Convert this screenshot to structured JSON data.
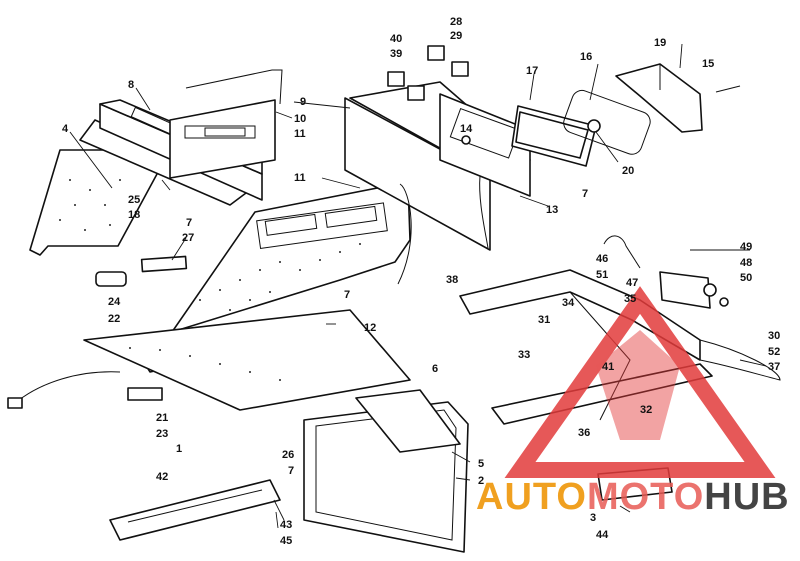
{
  "diagram": {
    "callouts": [
      "1",
      "2",
      "3",
      "4",
      "5",
      "6",
      "7",
      "8",
      "9",
      "10",
      "11",
      "12",
      "13",
      "14",
      "15",
      "16",
      "17",
      "18",
      "19",
      "20",
      "21",
      "22",
      "23",
      "24",
      "25",
      "26",
      "27",
      "28",
      "29",
      "30",
      "31",
      "32",
      "33",
      "34",
      "35",
      "36",
      "37",
      "38",
      "39",
      "40",
      "41",
      "42",
      "43",
      "44",
      "45",
      "46",
      "47",
      "48",
      "49",
      "50",
      "51",
      "52"
    ],
    "labels": {
      "l1": "1",
      "l2": "2",
      "l3": "3",
      "l4": "4",
      "l5": "5",
      "l6": "6",
      "l7a": "7",
      "l7b": "7",
      "l7c": "7",
      "l7d": "7",
      "l8": "8",
      "l9": "9",
      "l10": "10",
      "l11a": "11",
      "l11b": "11",
      "l12": "12",
      "l13": "13",
      "l14": "14",
      "l15": "15",
      "l16": "16",
      "l17": "17",
      "l18": "18",
      "l19": "19",
      "l20": "20",
      "l21": "21",
      "l22": "22",
      "l23": "23",
      "l24": "24",
      "l25": "25",
      "l26": "26",
      "l27": "27",
      "l28": "28",
      "l29": "29",
      "l30": "30",
      "l31": "31",
      "l32": "32",
      "l33": "33",
      "l34": "34",
      "l35": "35",
      "l36": "36",
      "l37": "37",
      "l38": "38",
      "l39": "39",
      "l40": "40",
      "l41": "41",
      "l42": "42",
      "l43": "43",
      "l44": "44",
      "l45": "45",
      "l46": "46",
      "l47": "47",
      "l48": "48",
      "l49": "49",
      "l50": "50",
      "l51": "51",
      "l52": "52"
    }
  },
  "watermark": {
    "word_part1": "AUTO",
    "word_part2": "MOTO",
    "word_part3": "HUB",
    "colors": {
      "triangle": "#e23b3b",
      "auto": "#f0a020",
      "hub": "#444444"
    }
  }
}
